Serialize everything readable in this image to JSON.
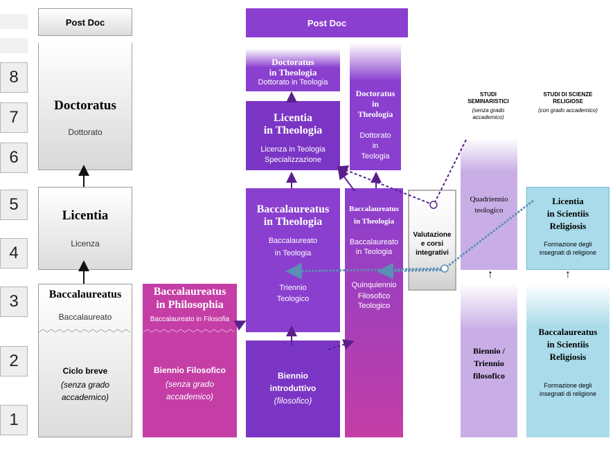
{
  "years": [
    "8",
    "7",
    "6",
    "5",
    "4",
    "3",
    "2",
    "1"
  ],
  "grey": {
    "postdoc": "Post Doc",
    "doctoratus": "Doctoratus",
    "dottorato": "Dottorato",
    "licentia": "Licentia",
    "licenza": "Licenza",
    "baccalaureatus": "Baccalaureatus",
    "baccalaureato": "Baccalaureato",
    "ciclo": "Ciclo breve",
    "senza1": "(senza grado",
    "senza2": "accademico)"
  },
  "philo": {
    "title1": "Baccalaureatus",
    "title2": "in Philosophia",
    "sub": "Baccalaureato in Filosofia",
    "biennio": "Biennio Filosofico",
    "senza1": "(senza grado",
    "senza2": "accademico)"
  },
  "theo": {
    "postdoc": "Post Doc",
    "doc_title1": "Doctoratus",
    "doc_title2": "in Theologia",
    "doc_sub": "Dottorato in Teologia",
    "lic_title1": "Licentia",
    "lic_title2": "in Theologia",
    "lic_sub1": "Licenza in Teologia",
    "lic_sub2": "Specializzazione",
    "bac_title1": "Baccalaureatus",
    "bac_title2": "in Theologia",
    "bac_sub1": "Baccalaureato",
    "bac_sub2": "in Teologia",
    "triennio1": "Triennio",
    "triennio2": "Teologico",
    "biennio1": "Biennio",
    "biennio2": "introduttivo",
    "biennio3": "(filosofico)"
  },
  "theo2": {
    "doc_title1": "Doctoratus",
    "doc_title2": "in",
    "doc_title3": "Theologia",
    "doc_sub1": "Dottorato",
    "doc_sub2": "in",
    "doc_sub3": "Teologia",
    "bac_title1": "Baccalaureatus",
    "bac_title2": "in Theologia",
    "bac_sub1": "Baccalaureato",
    "bac_sub2": "in Teologia",
    "quin1": "Quinquiennio",
    "quin2": "Filosofico",
    "quin3": "Teologico"
  },
  "valutazione": {
    "l1": "Valutazione",
    "l2": "e corsi",
    "l3": "integrativi"
  },
  "sem": {
    "head1": "STUDI",
    "head2": "SEMINARISTICI",
    "head3": "(senza grado",
    "head4": "accademico)",
    "quad1": "Quadriennio",
    "quad2": "teologico",
    "bien1": "Biennio /",
    "bien2": "Triennio",
    "bien3": "filosofico"
  },
  "sci": {
    "head1": "STUDI DI SCIENZE",
    "head2": "RELIGIOSE",
    "head3": "(con grado accademico)",
    "lic1": "Licentia",
    "lic2": "in Scientiis",
    "lic3": "Religiosis",
    "lic_sub1": "Formazione degli",
    "lic_sub2": "insegnati di religione",
    "bac1": "Baccalaureatus",
    "bac2": "in Scientiis",
    "bac3": "Religiosis",
    "bac_sub1": "Formazione degli",
    "bac_sub2": "insegnati di religione"
  },
  "arrows": {
    "up": "↑"
  },
  "colors": {
    "purple": "#8a3fcf",
    "magenta": "#c43ea6",
    "lavender": "#c9aee6",
    "cyan": "#a9dbea"
  }
}
